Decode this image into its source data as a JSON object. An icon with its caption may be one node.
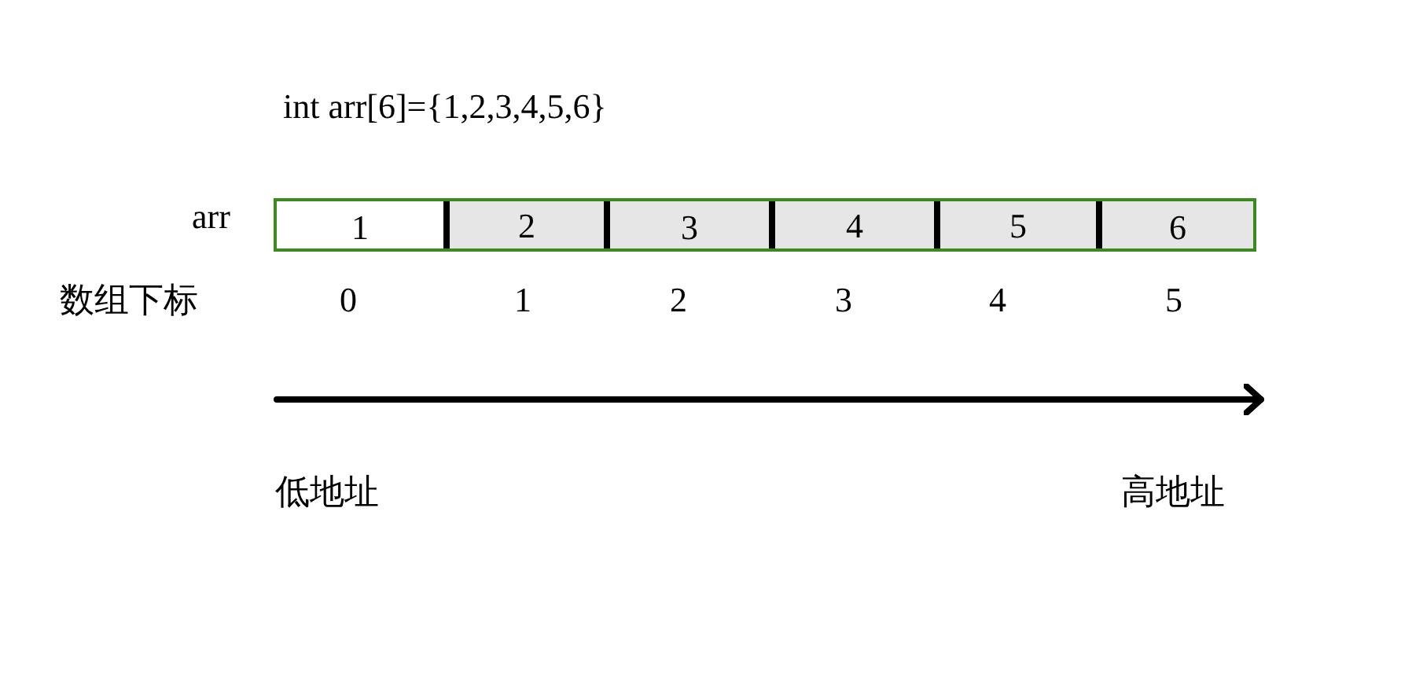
{
  "diagram": {
    "title": "int arr[6]={1,2,3,4,5,6}",
    "nodes": [
      {
        "text": [
          "1"
        ]
      },
      {
        "text": [
          "2"
        ]
      },
      {
        "text": [
          "3"
        ]
      },
      {
        "text": [
          "4"
        ]
      },
      {
        "text": [
          "5"
        ]
      },
      {
        "text": [
          "6"
        ]
      }
    ],
    "labels": [
      "arr",
      "数组下标",
      "0",
      "1",
      "2",
      "3",
      "4",
      "5",
      "低地址",
      "高地址"
    ]
  }
}
